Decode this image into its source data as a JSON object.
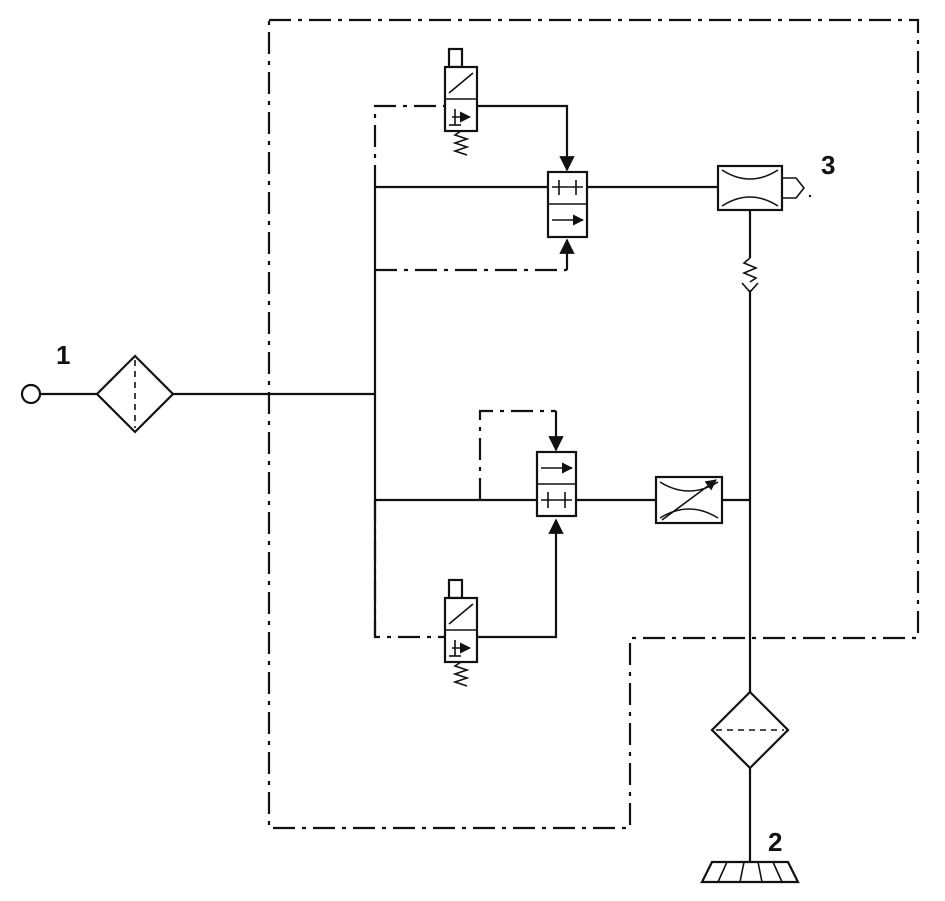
{
  "labels": {
    "port_1": "1",
    "port_2": "2",
    "port_3": "3"
  }
}
